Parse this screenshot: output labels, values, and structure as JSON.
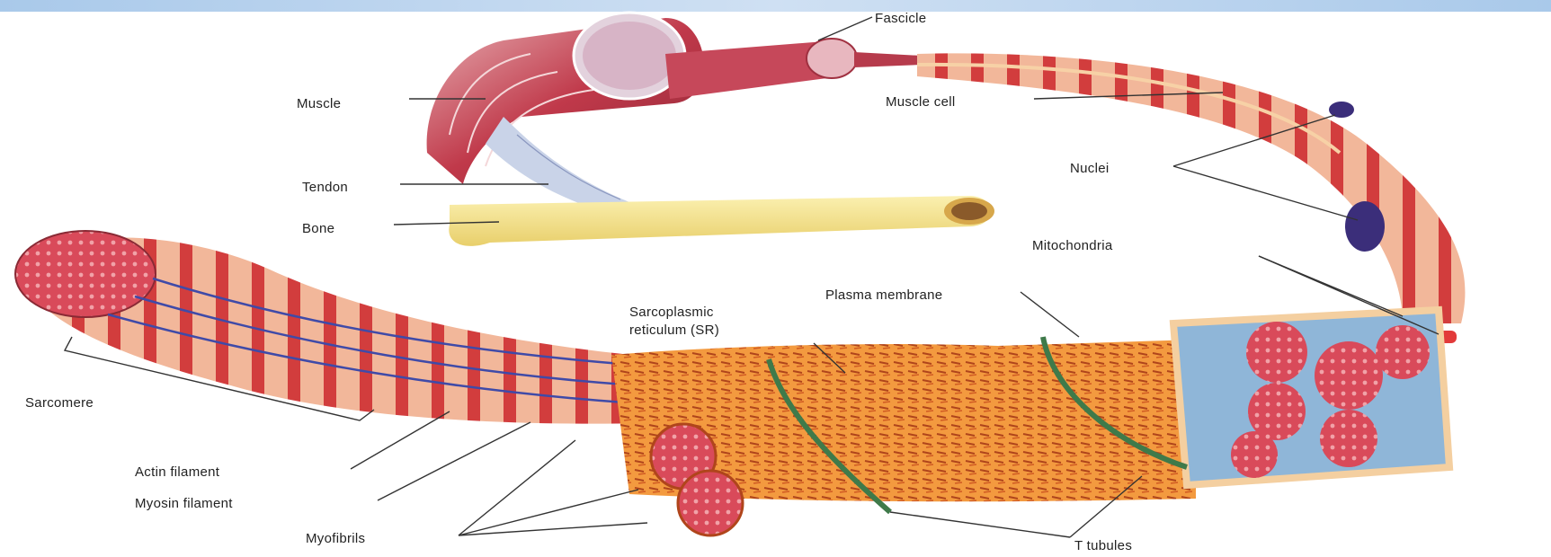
{
  "labels": {
    "fascicle": "Fascicle",
    "muscle": "Muscle",
    "muscle_cell": "Muscle cell",
    "tendon": "Tendon",
    "bone": "Bone",
    "nuclei": "Nuclei",
    "mitochondria": "Mitochondria",
    "plasma_membrane": "Plasma membrane",
    "sarcoplasmic_1": "Sarcoplasmic",
    "sarcoplasmic_2": "reticulum (SR)",
    "sarcomere": "Sarcomere",
    "actin": "Actin filament",
    "myosin": "Myosin filament",
    "myofibrils": "Myofibrils",
    "t_tubules": "T tubules"
  },
  "colors": {
    "muscle_red": "#c0394a",
    "muscle_pink": "#d9848a",
    "fiber_orange": "#f08a3a",
    "fiber_light": "#f7c98a",
    "bone_yellow": "#f3e189",
    "nucleus_purple": "#3b2e7a",
    "t_tubule_green": "#3f7a4a",
    "myosin_blue": "#3f4aa8",
    "cross_section_blue": "#8fb6d8"
  }
}
